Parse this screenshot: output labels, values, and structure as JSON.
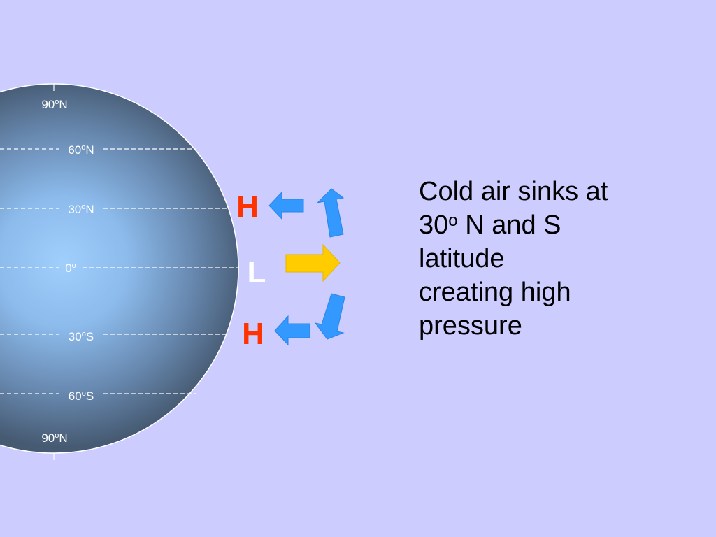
{
  "diagram": {
    "latitudes": [
      {
        "key": "n90_top",
        "value": "90",
        "suffix": "N",
        "degree_mark": "o"
      },
      {
        "key": "n60",
        "value": "60",
        "suffix": "N",
        "degree_mark": "o"
      },
      {
        "key": "n30",
        "value": "30",
        "suffix": "N",
        "degree_mark": "o"
      },
      {
        "key": "equator",
        "value": "0",
        "suffix": "",
        "degree_mark": "o"
      },
      {
        "key": "s30",
        "value": "30",
        "suffix": "S",
        "degree_mark": "o"
      },
      {
        "key": "s60",
        "value": "60",
        "suffix": "S",
        "degree_mark": "o"
      },
      {
        "key": "n90_bottom",
        "value": "90",
        "suffix": "N",
        "degree_mark": "o"
      }
    ],
    "pressure_labels": {
      "north_high": "H",
      "equator_low": "L",
      "south_high": "H"
    },
    "colors": {
      "background": "#ccccff",
      "globe_center": "#9ccbfa",
      "globe_edge": "#465a72",
      "high_pressure": "#ff3300",
      "low_pressure": "#ffffff",
      "sinking_air_arrow": "#3399ff",
      "rising_air_arrow": "#ffcc00"
    }
  },
  "caption": {
    "line1": "Cold air sinks at",
    "line2_prefix": "30",
    "line2_superscript": "o",
    "line2_suffix": " N and S",
    "line3": "latitude",
    "line4": "creating high",
    "line5": "pressure"
  }
}
